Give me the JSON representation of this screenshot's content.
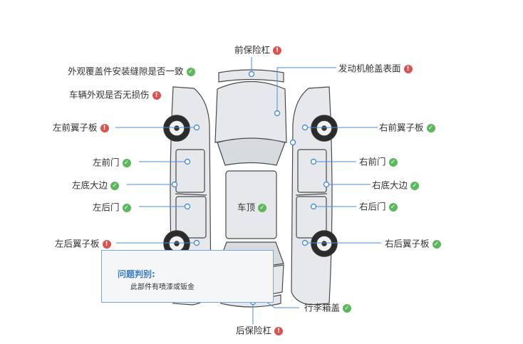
{
  "labels": {
    "front_bumper": {
      "text": "前保险杠",
      "status": "warn"
    },
    "gap_consistency": {
      "text": "外观覆盖件安装缝隙是否一致",
      "status": "ok"
    },
    "hood": {
      "text": "发动机舱盖表面",
      "status": "warn"
    },
    "exterior_damage": {
      "text": "车辆外观是否无损伤",
      "status": "warn"
    },
    "left_front_fender": {
      "text": "左前翼子板",
      "status": "warn"
    },
    "right_front_fender": {
      "text": "右前翼子板",
      "status": "ok"
    },
    "left_front_door": {
      "text": "左前门",
      "status": "ok"
    },
    "right_front_door": {
      "text": "右前门",
      "status": "ok"
    },
    "left_sill": {
      "text": "左底大边",
      "status": "ok"
    },
    "right_sill": {
      "text": "右底大边",
      "status": "ok"
    },
    "left_rear_door": {
      "text": "左后门",
      "status": "ok"
    },
    "roof": {
      "text": "车顶",
      "status": "ok"
    },
    "right_rear_door": {
      "text": "右后门",
      "status": "ok"
    },
    "left_rear_fender": {
      "text": "左后翼子板",
      "status": "warn"
    },
    "right_rear_fender": {
      "text": "右后翼子板",
      "status": "ok"
    },
    "trunk_lid": {
      "text": "行李箱盖",
      "status": "ok"
    },
    "rear_bumper": {
      "text": "后保险杠",
      "status": "warn"
    }
  },
  "popup": {
    "title": "问题判别:",
    "body": "此部件有喷漆或钣金"
  },
  "icons": {
    "ok": "check-circle-icon",
    "warn": "exclamation-circle-icon"
  },
  "colors": {
    "ok": "#5cb85c",
    "warn": "#d9534f",
    "line": "#4a90d9",
    "body_fill": "#e6e8eb",
    "outline": "#4a4a4a"
  }
}
